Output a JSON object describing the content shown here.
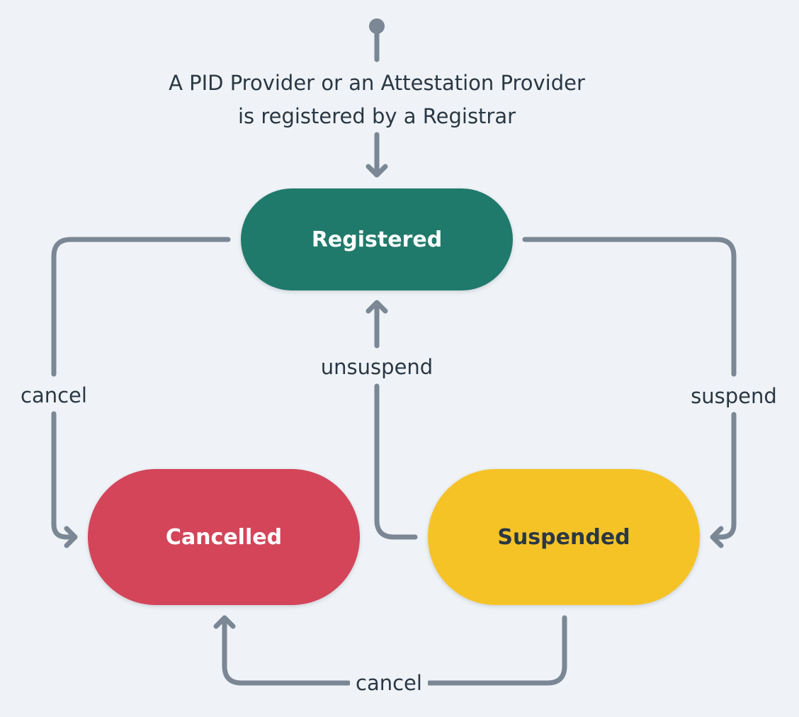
{
  "diagram": {
    "start_label_line1": "A PID Provider or an Attestation Provider",
    "start_label_line2": "is registered by a Registrar",
    "states": {
      "registered": "Registered",
      "cancelled": "Cancelled",
      "suspended": "Suspended"
    },
    "transitions": {
      "cancel_from_registered": "cancel",
      "unsuspend": "unsuspend",
      "suspend": "suspend",
      "cancel_from_suspended": "cancel"
    },
    "colors": {
      "background": "#eff3f7",
      "edge": "#7b8794",
      "registered": "#207a6b",
      "cancelled": "#d4455a",
      "suspended": "#f6c327",
      "text_dark": "#2a3744",
      "text_light": "#ffffff"
    }
  }
}
